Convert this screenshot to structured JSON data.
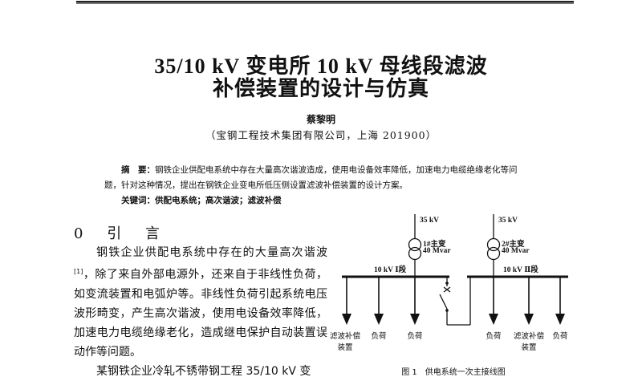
{
  "header": {
    "title_line1": "35/10 kV 变电所 10 kV 母线段滤波",
    "title_line2": "补偿装置的设计与仿真",
    "author": "蔡黎明",
    "affiliation": "（宝钢工程技术集团有限公司，上海   201900）"
  },
  "abstract": {
    "label": "摘　要：",
    "text": "钢铁企业供配电系统中存在大量高次谐波造成，使用电设备效率降低，加速电力电缆绝缘老化等问题，针对这种情况，提出在钢铁企业变电所低压侧设置滤波补偿装置的设计方案。",
    "keywords_label": "关键词：",
    "keywords": "供配电系统；高次谐波；滤波补偿"
  },
  "section": {
    "number": "0",
    "title": "引 言"
  },
  "body": {
    "para1_a": "钢铁企业供配电系统中存在的大量高次谐波",
    "para1_ref": "[1]",
    "para1_b": "，除了来自外部电源外，还来自于非线性负荷，如变流装置和电弧炉等。非线性负荷引起系统电压波形畸变，产生高次谐波，使用电设备效率降低，加速电力电缆绝缘老化，造成继电保护自动装置误动作等问题。",
    "para2": "某钢铁企业冷轧不锈带钢工程 35/10 kV 变"
  },
  "figure": {
    "left": {
      "supply": "35 kV",
      "transformer_name": "1#主变",
      "transformer_rating": "40 Mvar",
      "bus": "10 kV Ⅰ段",
      "loads": [
        "滤波补偿装置",
        "负荷",
        "负荷"
      ]
    },
    "right": {
      "supply": "35 kV",
      "transformer_name": "2#主变",
      "transformer_rating": "40 Mvar",
      "bus": "10 kV Ⅱ段",
      "loads": [
        "负荷",
        "滤波补偿装置",
        "负荷"
      ]
    },
    "caption": "图 1　供电系统一次主接线图"
  }
}
